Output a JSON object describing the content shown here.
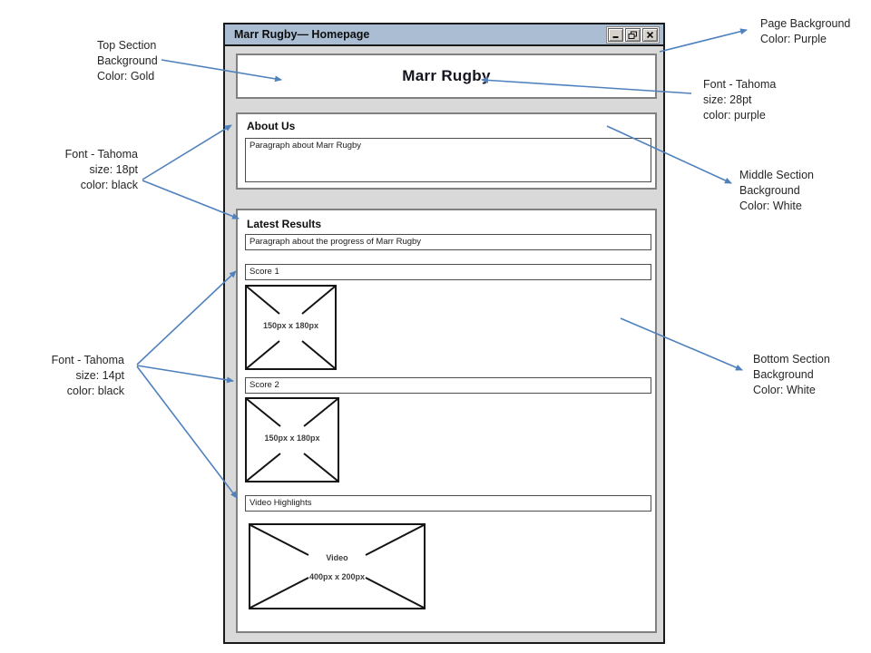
{
  "window": {
    "title": "Marr Rugby— Homepage",
    "buttons": [
      "minimize",
      "restore",
      "close"
    ]
  },
  "page": {
    "site_title": "Marr Rugby",
    "about": {
      "heading": "About Us",
      "paragraph": "Paragraph about Marr Rugby"
    },
    "results": {
      "heading": "Latest Results",
      "paragraph": "Paragraph about the progress of Marr Rugby",
      "score1_label": "Score 1",
      "score2_label": "Score 2",
      "video_label": "Video Highlights",
      "image1_size": "150px x 180px",
      "image2_size": "150px x 180px",
      "video_title": "Video",
      "video_size": "400px x 200px"
    }
  },
  "annotations": {
    "top_gold": {
      "lines": [
        "Top Section",
        "Background",
        "Color: Gold"
      ]
    },
    "page_purple": {
      "lines": [
        "Page Background",
        "Color: Purple"
      ]
    },
    "font_28": {
      "lines": [
        "Font - Tahoma",
        "size: 28pt",
        "color: purple"
      ]
    },
    "middle_white": {
      "lines": [
        "Middle Section",
        "Background",
        "Color: White"
      ]
    },
    "font_18": {
      "lines": [
        "Font - Tahoma",
        "size: 18pt",
        "color: black"
      ]
    },
    "font_14": {
      "lines": [
        "Font - Tahoma",
        "size: 14pt",
        "color: black"
      ]
    },
    "bottom_white": {
      "lines": [
        "Bottom Section",
        "Background",
        "Color: White"
      ]
    }
  },
  "colors": {
    "arrow": "#4f81bd",
    "titlebar": "#aabdd3",
    "window_body": "#d9d9d9",
    "section_background": "#ffffff",
    "page_background": "#ffffff"
  }
}
